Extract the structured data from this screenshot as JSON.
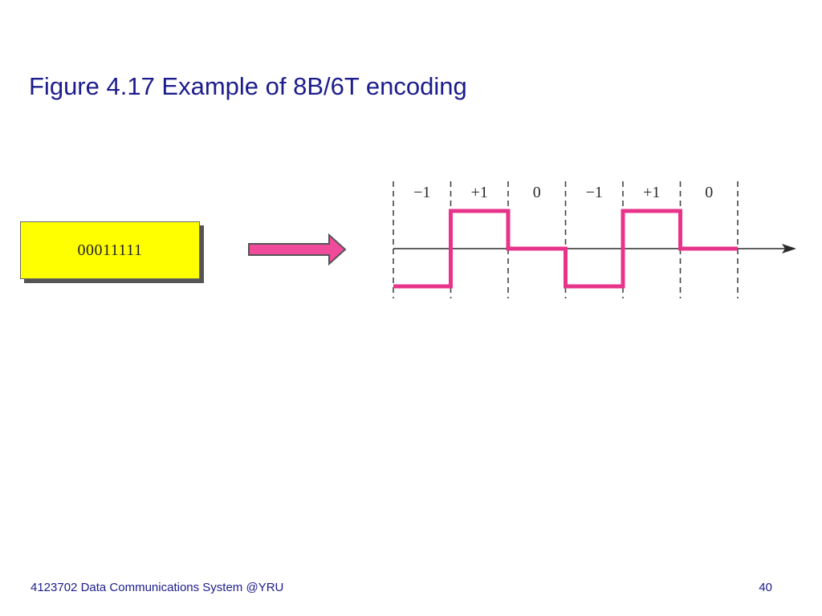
{
  "title": "Figure 4.17 Example of 8B/6T encoding",
  "diagram": {
    "input_bits": "00011111",
    "ternary_symbols": [
      {
        "label": "−1",
        "level": -1
      },
      {
        "label": "+1",
        "level": 1
      },
      {
        "label": "0",
        "level": 0
      },
      {
        "label": "−1",
        "level": -1
      },
      {
        "label": "+1",
        "level": 1
      },
      {
        "label": "0",
        "level": 0
      }
    ],
    "colors": {
      "signal": "#e8338a",
      "arrow_fill": "#f04a9b",
      "arrow_stroke": "#555555",
      "input_box": "#ffff00",
      "title": "#1c1c8c",
      "axis": "#2a2a2a"
    }
  },
  "footer": {
    "course": "4123702 Data Communications System @YRU",
    "page": "40"
  }
}
